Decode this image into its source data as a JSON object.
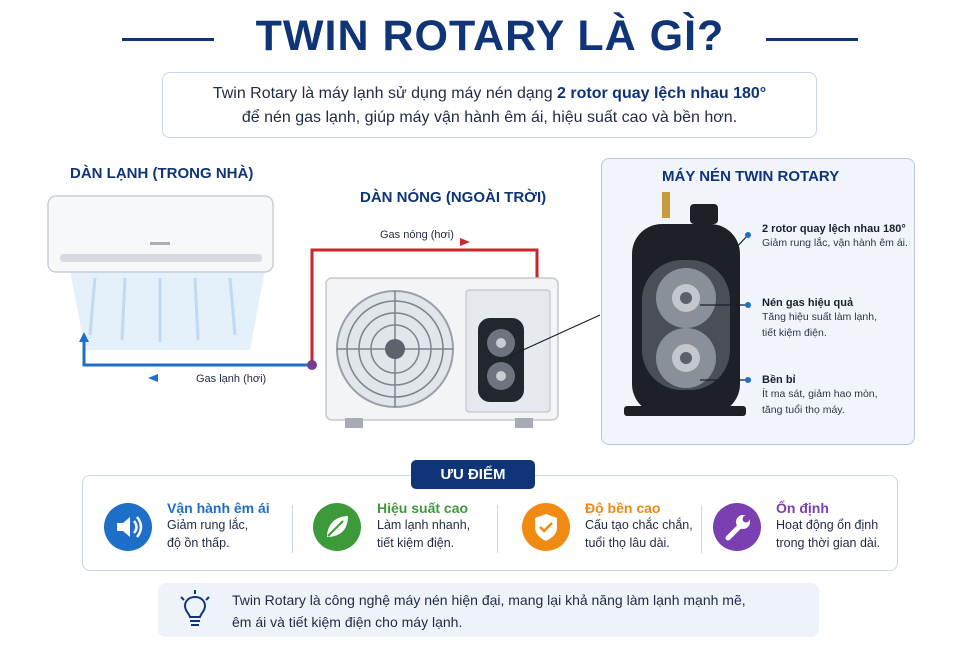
{
  "title": "TWIN ROTARY LÀ GÌ?",
  "intro": {
    "line1_pre": "Twin Rotary là máy lạnh sử dụng máy nén dạng ",
    "line1_hl": "2 rotor quay lệch nhau 180°",
    "line2": "để nén gas lạnh, giúp máy vận hành êm ái, hiệu suất cao và bền hơn."
  },
  "indoor_label": "DÀN LẠNH (TRONG NHÀ)",
  "outdoor_label": "DÀN NÓNG (NGOÀI TRỜI)",
  "gas_hot": "Gas nóng (hơi)",
  "gas_cold": "Gas lạnh (hơi)",
  "compressor": {
    "title": "MÁY NÉN TWIN ROTARY",
    "callouts": [
      {
        "title": "2 rotor quay lệch nhau 180°",
        "desc1": "Giảm rung lắc, vận hành êm ái.",
        "desc2": ""
      },
      {
        "title": "Nén gas hiệu quả",
        "desc1": "Tăng hiệu suất làm lạnh,",
        "desc2": "tiết kiệm điện."
      },
      {
        "title": "Bền bỉ",
        "desc1": "Ít ma sát, giảm hao mòn,",
        "desc2": "tăng tuổi thọ máy."
      }
    ]
  },
  "advantages_badge": "ƯU ĐIỂM",
  "advantages": [
    {
      "title": "Vận hành êm ái",
      "desc1": "Giảm rung lắc,",
      "desc2": "độ ồn thấp.",
      "icon": "speaker-icon",
      "color": "#1e6fc7"
    },
    {
      "title": "Hiệu suất cao",
      "desc1": "Làm lạnh nhanh,",
      "desc2": "tiết kiệm điện.",
      "icon": "leaf-icon",
      "color": "#3d9a3a"
    },
    {
      "title": "Độ bền cao",
      "desc1": "Cấu tạo chắc chắn,",
      "desc2": "tuổi thọ lâu dài.",
      "icon": "shield-icon",
      "color": "#f08a12"
    },
    {
      "title": "Ổn định",
      "desc1": "Hoạt động ổn định",
      "desc2": "trong thời gian dài.",
      "icon": "wrench-icon",
      "color": "#7a3fb0"
    }
  ],
  "note": {
    "line1": "Twin Rotary là công nghệ máy nén hiện đại, mang lại khả năng làm lạnh mạnh mẽ,",
    "line2": "êm ái và tiết kiệm điện cho máy lạnh.",
    "icon": "lightbulb-icon"
  }
}
